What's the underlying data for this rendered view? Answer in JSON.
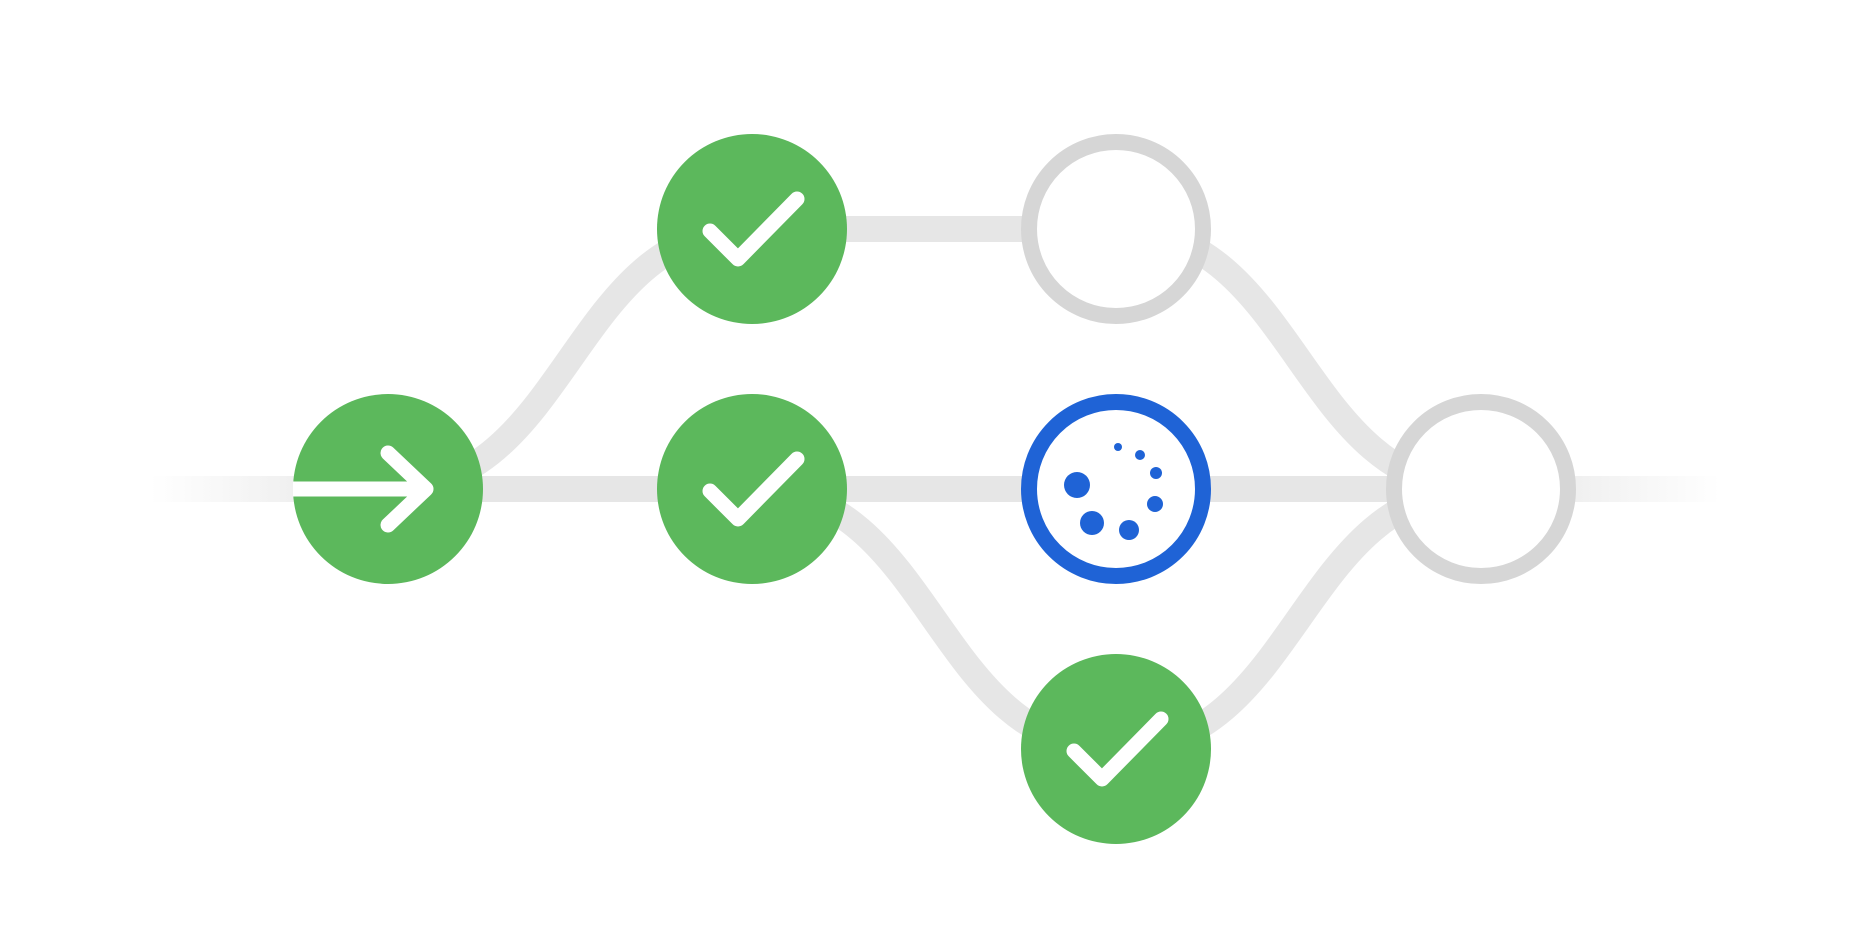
{
  "colors": {
    "background": "#ffffff",
    "connector": "#e6e6e6",
    "success": "#5cb85c",
    "running": "#1f63d6",
    "pending_ring": "#d6d6d6",
    "pending_fill": "#ffffff",
    "glyph": "#ffffff"
  },
  "pipeline": {
    "nodes": [
      {
        "id": "start",
        "status": "start",
        "icon": "arrow-right-icon"
      },
      {
        "id": "stage-1-top",
        "status": "success",
        "icon": "checkmark-icon"
      },
      {
        "id": "stage-1-middle",
        "status": "success",
        "icon": "checkmark-icon"
      },
      {
        "id": "stage-2-top",
        "status": "pending",
        "icon": ""
      },
      {
        "id": "stage-2-middle",
        "status": "running",
        "icon": "spinner-icon"
      },
      {
        "id": "stage-2-bottom",
        "status": "success",
        "icon": "checkmark-icon"
      },
      {
        "id": "end",
        "status": "pending",
        "icon": ""
      }
    ],
    "edges": [
      {
        "from": "start",
        "to": "stage-1-top"
      },
      {
        "from": "start",
        "to": "stage-1-middle"
      },
      {
        "from": "stage-1-top",
        "to": "stage-2-top"
      },
      {
        "from": "stage-1-middle",
        "to": "stage-2-middle"
      },
      {
        "from": "stage-1-middle",
        "to": "stage-2-bottom"
      },
      {
        "from": "stage-2-top",
        "to": "end"
      },
      {
        "from": "stage-2-middle",
        "to": "end"
      },
      {
        "from": "stage-2-bottom",
        "to": "end"
      }
    ]
  }
}
